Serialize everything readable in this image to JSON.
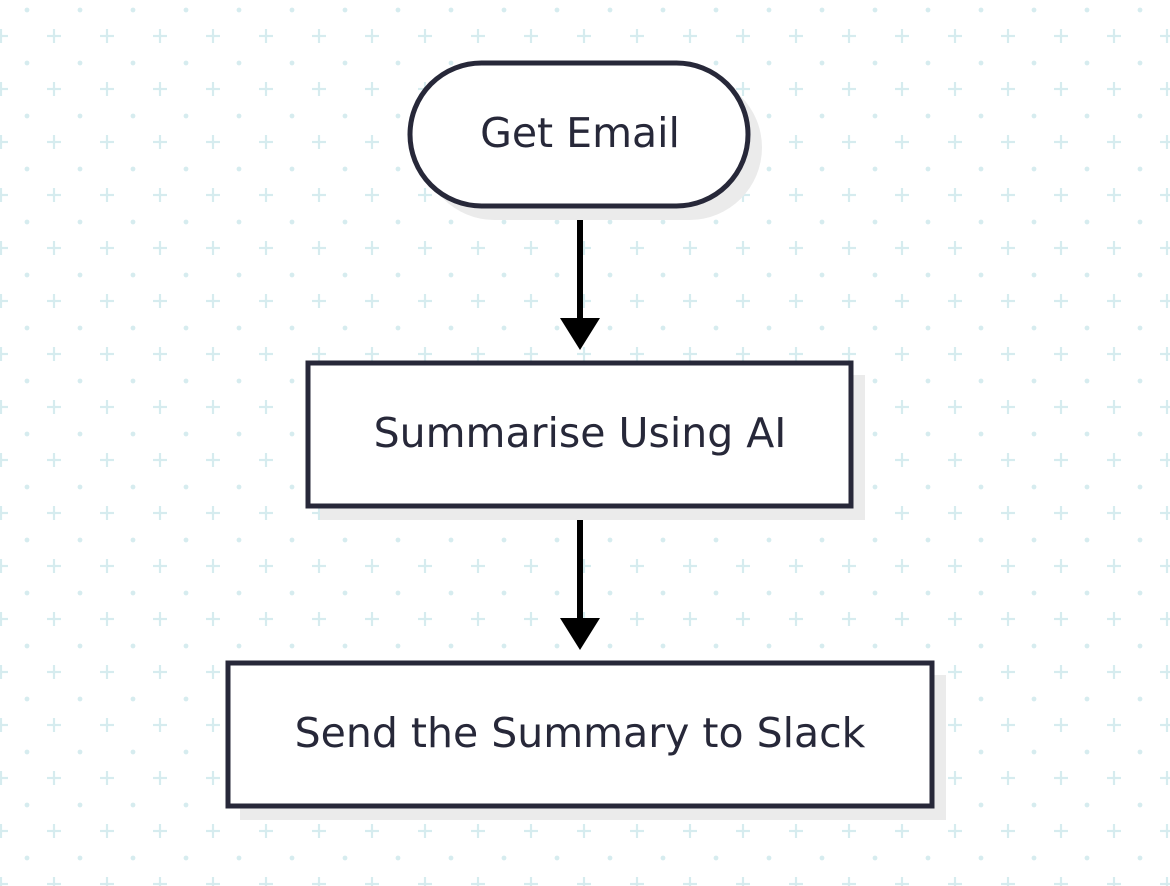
{
  "diagram": {
    "type": "flowchart",
    "background": {
      "color": "#ffffff",
      "pattern": "dot-and-plus grid",
      "pattern_color": "#d6ecef"
    },
    "colors": {
      "node_border": "#272839",
      "node_fill": "#ffffff",
      "node_shadow": "#ebebeb",
      "text": "#272839",
      "edge": "#000000"
    },
    "nodes": [
      {
        "id": "get-email",
        "shape": "terminal",
        "label": "Get Email"
      },
      {
        "id": "summarise",
        "shape": "process",
        "label": "Summarise Using AI"
      },
      {
        "id": "send-slack",
        "shape": "process",
        "label": "Send the Summary to Slack"
      }
    ],
    "edges": [
      {
        "from": "get-email",
        "to": "summarise"
      },
      {
        "from": "summarise",
        "to": "send-slack"
      }
    ]
  }
}
